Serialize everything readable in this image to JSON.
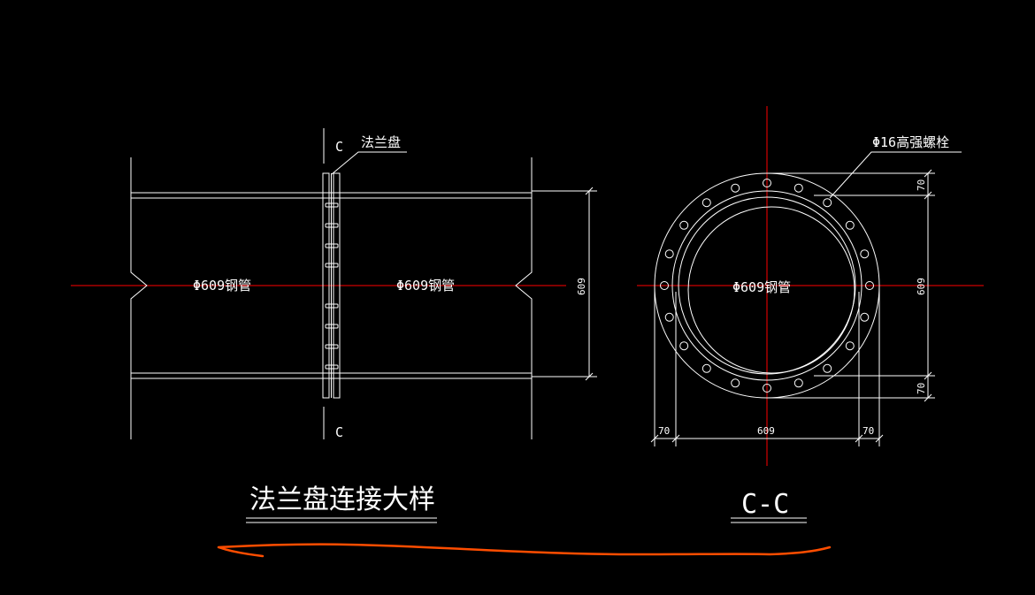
{
  "colors": {
    "background": "#000000",
    "line": "#ffffff",
    "centerline": "#ff0000",
    "markup": "#ff4d00"
  },
  "left_view": {
    "section_mark_top": "C",
    "section_mark_bottom": "C",
    "flange_label": "法兰盘",
    "pipe_label_left": "Φ609钢管",
    "pipe_label_right": "Φ609钢管",
    "height_dim": "609",
    "title": "法兰盘连接大样"
  },
  "right_view": {
    "bolt_label": "Φ16高强螺栓",
    "pipe_label": "Φ609钢管",
    "dim_top_70": "70",
    "dim_middle_609": "609",
    "dim_bottom_70": "70",
    "dim_left_70": "70",
    "dim_center_609": "609",
    "dim_right_70": "70",
    "title": "C-C"
  }
}
